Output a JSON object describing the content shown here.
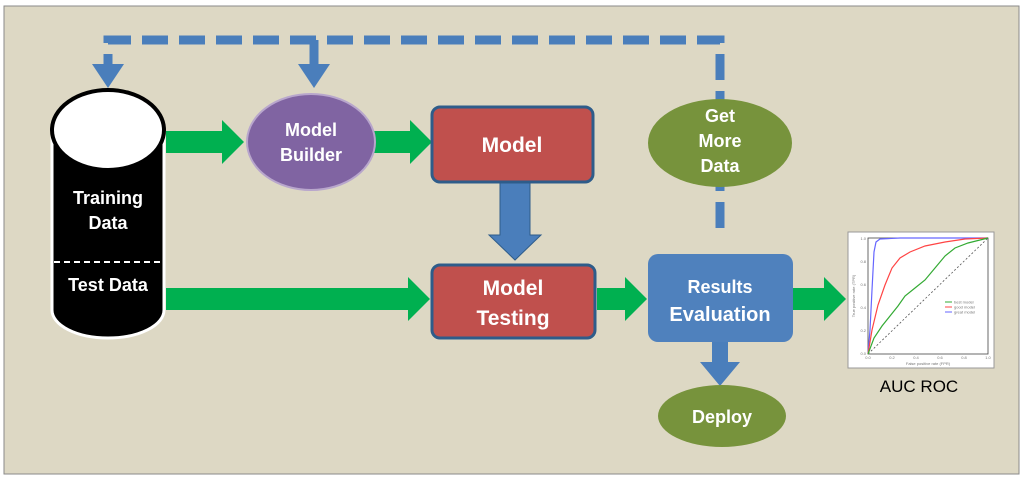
{
  "nodes": {
    "database": {
      "training_line1": "Training",
      "training_line2": "Data",
      "test": "Test Data"
    },
    "model_builder": {
      "line1": "Model",
      "line2": "Builder"
    },
    "model": {
      "label": "Model"
    },
    "model_testing": {
      "line1": "Model",
      "line2": "Testing"
    },
    "results_evaluation": {
      "line1": "Results",
      "line2": "Evaluation"
    },
    "get_more_data": {
      "line1": "Get",
      "line2": "More",
      "line3": "Data"
    },
    "deploy": {
      "label": "Deploy"
    },
    "auc_roc": {
      "caption": "AUC ROC"
    }
  },
  "roc_thumbnail": {
    "xlabel": "False positive rate (FPR)",
    "ylabel": "True positive rate (TPR)",
    "ticks": [
      "0.0",
      "0.2",
      "0.4",
      "0.6",
      "0.8",
      "1.0"
    ],
    "legend": [
      "best model",
      "good model",
      "great model"
    ],
    "colors": [
      "#33aa33",
      "#ff4444",
      "#6666ff"
    ]
  },
  "colors": {
    "background": "#ddd8c4",
    "green_arrow": "#00b050",
    "blue_flow": "#4a7ebb",
    "purple": "#8064a2",
    "red_box": "#c0504d",
    "olive": "#77933c",
    "blue_box": "#4f81bd"
  }
}
